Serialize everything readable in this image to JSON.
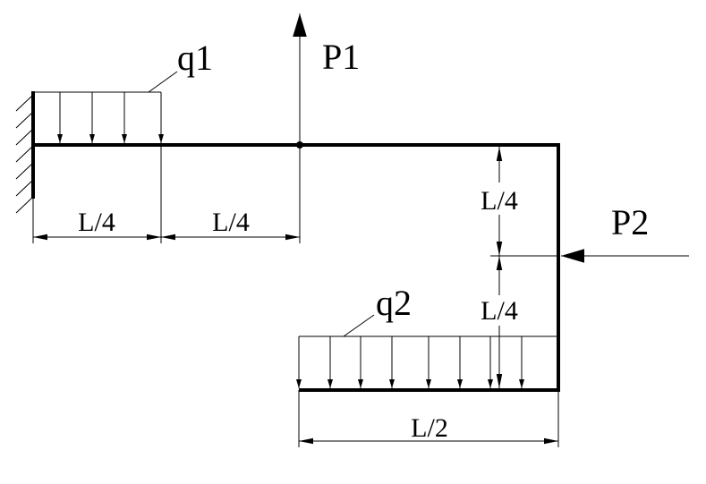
{
  "loads": {
    "q1": "q1",
    "q2": "q2",
    "p1": "P1",
    "p2": "P2"
  },
  "dimensions": {
    "seg1": "L/4",
    "seg2": "L/4",
    "vert_upper": "L/4",
    "vert_lower": "L/4",
    "bottom": "L/2"
  },
  "colors": {
    "line": "#000000",
    "background": "#ffffff"
  }
}
